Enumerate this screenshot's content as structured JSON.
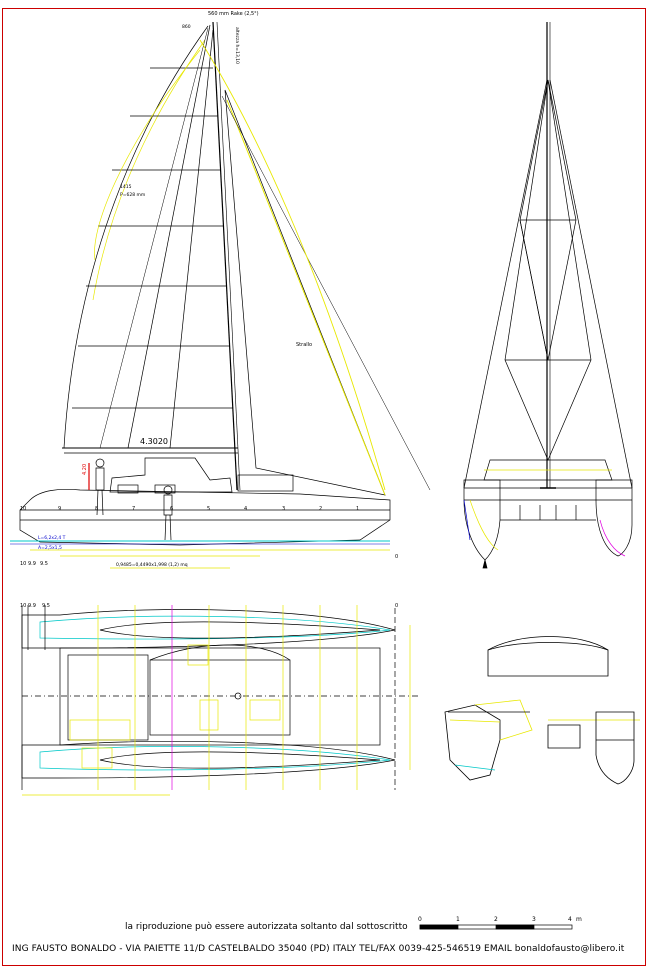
{
  "sail_plan": {
    "rake_note": "560 mm Rake (2,5°)",
    "mast_top_label": "860",
    "mast_height_label": "altezza h=13,10",
    "batten_label_1": "1415",
    "batten_label_2": "P=628 mm",
    "jib_label": "Strallo",
    "boom_length": "4.3020",
    "pedestal_label": "4.20"
  },
  "station_labels": {
    "profile": [
      "10",
      "9",
      "8",
      "7",
      "6",
      "5",
      "4",
      "3",
      "2",
      "1"
    ],
    "profile_lower": [
      "10",
      "9.9",
      "9.5"
    ],
    "waterline_1": "L=6,2x2,4 T",
    "waterline_2": "A=2,5x1,5",
    "dim_note": "0,9485=0,4490x1,998 (1,2) mq",
    "zero_mark": "0",
    "plan_top": [
      "10",
      "9.9",
      "9.5",
      "0"
    ]
  },
  "scale_bar": {
    "ticks": [
      "0",
      "1",
      "2",
      "3",
      "4"
    ],
    "unit": "m"
  },
  "footer": {
    "note": "la riproduzione può essere autorizzata soltanto dal sottoscritto",
    "address": "ING FAUSTO BONALDO - VIA PAIETTE 11/D CASTELBALDO 35040 (PD) ITALY TEL/FAX 0039-425-546519 EMAIL bonaldofausto@libero.it"
  },
  "colors": {
    "border": "#cc0000",
    "line": "#000000",
    "yellow": "#e8e800",
    "cyan": "#00c8c8",
    "magenta": "#e000e0",
    "red": "#e00000",
    "blue": "#0000cc"
  }
}
